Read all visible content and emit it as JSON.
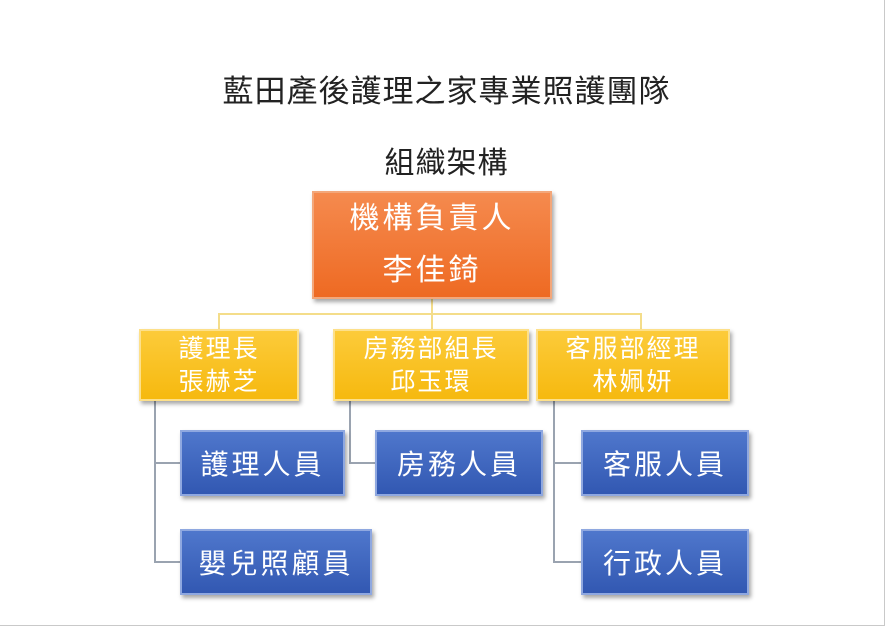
{
  "title": {
    "line1": "藍田產後護理之家專業照護團隊",
    "line2": "組織架構"
  },
  "root": {
    "role": "機構負責人",
    "name": "李佳錡"
  },
  "managers": [
    {
      "role": "護理長",
      "name": "張赫芝"
    },
    {
      "role": "房務部組長",
      "name": "邱玉環"
    },
    {
      "role": "客服部經理",
      "name": "林姵妍"
    }
  ],
  "staff": {
    "nursing": [
      "護理人員",
      "嬰兒照顧員"
    ],
    "housekeeping": [
      "房務人員"
    ],
    "customer_service": [
      "客服人員",
      "行政人員"
    ]
  },
  "colors": {
    "root": "#ee6a23",
    "manager": "#f6b90f",
    "staff": "#3258b2",
    "connector": "#9aa3b0"
  }
}
